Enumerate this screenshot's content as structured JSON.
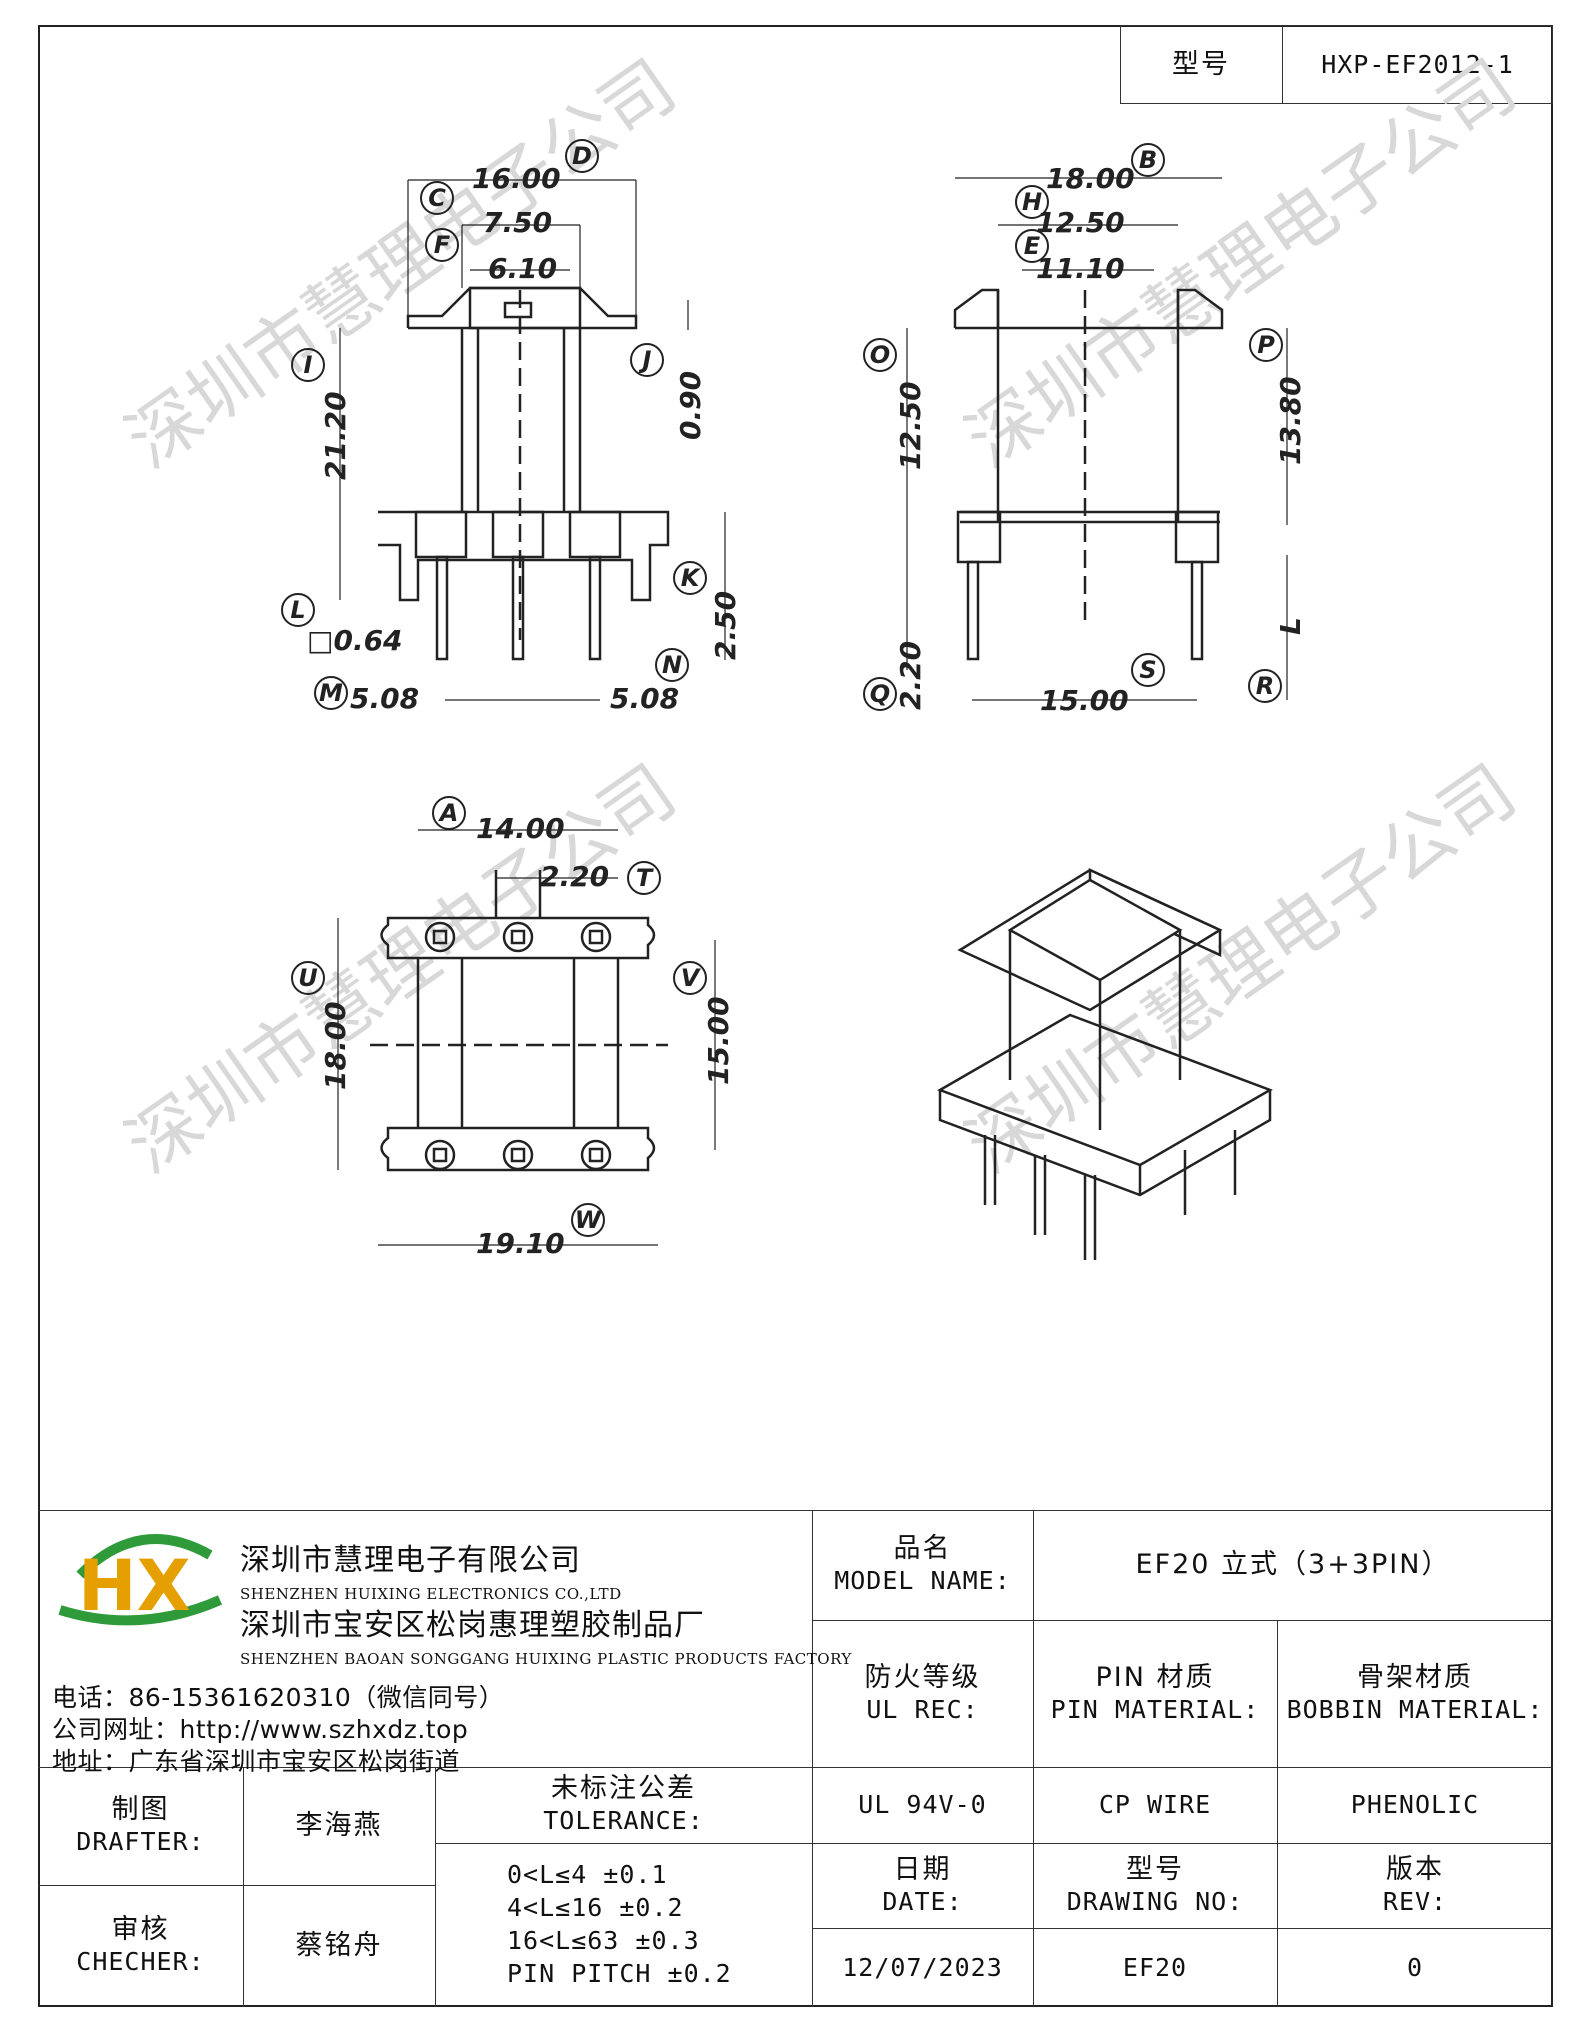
{
  "header": {
    "model_label": "型号",
    "model_value": "HXP-EF2012-1"
  },
  "watermark": "深圳市慧理电子公司",
  "dimensions": {
    "D": "16.00",
    "C": "7.50",
    "F": "6.10",
    "I": "21.20",
    "J": "0.90",
    "K": "2.50",
    "L": "□0.64",
    "M": "5.08",
    "N": "5.08",
    "B": "18.00",
    "H": "12.50",
    "E": "11.10",
    "O": "12.50",
    "P": "13.80",
    "Q": "2.20",
    "S": "15.00",
    "R": "L",
    "A": "14.00",
    "T": "2.20",
    "U": "18.00",
    "V": "15.00",
    "W": "19.10"
  },
  "labels": [
    "D",
    "C",
    "F",
    "I",
    "J",
    "K",
    "L",
    "M",
    "N",
    "B",
    "H",
    "E",
    "O",
    "P",
    "Q",
    "S",
    "R",
    "A",
    "T",
    "U",
    "V",
    "W"
  ],
  "company": {
    "logo": "HX",
    "name_cn": "深圳市慧理电子有限公司",
    "name_en": "SHENZHEN HUIXING ELECTRONICS CO.,LTD",
    "factory_cn": "深圳市宝安区松岗惠理塑胶制品厂",
    "factory_en": "SHENZHEN BAOAN SONGGANG HUIXING PLASTIC PRODUCTS FACTORY",
    "phone": "电话：86-15361620310（微信同号）",
    "website": "公司网址：http://www.szhxdz.top",
    "address": "地址：广东省深圳市宝安区松岗街道"
  },
  "titleblock": {
    "name_label_cn": "品名",
    "name_label_en": "MODEL NAME:",
    "name_value": "EF20 立式（3+3PIN）",
    "fire_label_cn": "防火等级",
    "fire_label_en": "UL REC:",
    "pin_label_cn": "PIN 材质",
    "pin_label_en": "PIN MATERIAL:",
    "bobbin_label_cn": "骨架材质",
    "bobbin_label_en": "BOBBIN MATERIAL:",
    "fire_value": "UL 94V-0",
    "pin_value": "CP WIRE",
    "bobbin_value": "PHENOLIC",
    "drafter_cn": "制图",
    "drafter_en": "DRAFTER:",
    "drafter_name": "李海燕",
    "checker_cn": "审核",
    "checker_en": "CHECHER:",
    "checker_name": "蔡铭舟",
    "tol_label_cn": "未标注公差",
    "tol_label_en": "TOLERANCE:",
    "tol_lines": [
      "0<L≤4  ±0.1",
      "4<L≤16 ±0.2",
      "16<L≤63 ±0.3",
      "PIN PITCH ±0.2"
    ],
    "date_cn": "日期",
    "date_en": "DATE:",
    "date_value": "12/07/2023",
    "drawing_cn": "型号",
    "drawing_en": "DRAWING NO:",
    "drawing_value": "EF20",
    "rev_cn": "版本",
    "rev_en": "REV:",
    "rev_value": "0"
  }
}
